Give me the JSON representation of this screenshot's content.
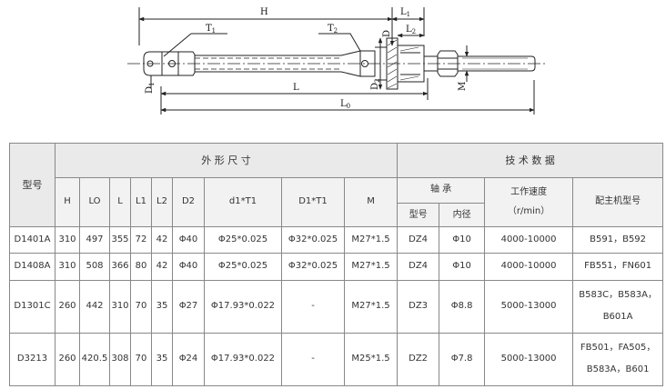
{
  "drawing": {
    "labels": {
      "H": "H",
      "L1": "L",
      "L1_sub": "1",
      "T1": "T",
      "T1_sub": "1",
      "T2": "T",
      "T2_sub": "2",
      "D": "D",
      "L2": "L",
      "L2_sub": "2",
      "D1": "D",
      "D1_sub": "1",
      "L": "L",
      "D2": "D",
      "D2_sub": "2",
      "M": "M",
      "L0": "L",
      "L0_sub": "0"
    }
  },
  "table": {
    "header": {
      "model": "型号",
      "outer_dims": "外 形 尺 寸",
      "tech_data": "技 术 数 据",
      "bearing": "轴 承",
      "speed": "工作速度",
      "speed_unit": "（r/min）",
      "host_model": "配主机型号",
      "bearing_model": "型号",
      "bearing_bore": "内径",
      "dim_cols": [
        "H",
        "LO",
        "L",
        "L1",
        "L2",
        "D2",
        "d1*T1",
        "D1*T1",
        "M"
      ]
    },
    "rows": [
      {
        "model": "D1401A",
        "dims": [
          "310",
          "497",
          "355",
          "72",
          "42",
          "Φ40",
          "Φ25*0.025",
          "Φ32*0.025",
          "M27*1.5"
        ],
        "bearing_model": "DZ4",
        "bearing_bore": "Φ10",
        "speed": "4000-10000",
        "host_lines": [
          "B591，B592"
        ]
      },
      {
        "model": "D1408A",
        "dims": [
          "310",
          "508",
          "366",
          "80",
          "42",
          "Φ40",
          "Φ25*0.025",
          "Φ32*0.025",
          "M27*1.5"
        ],
        "bearing_model": "DZ4",
        "bearing_bore": "Φ10",
        "speed": "4000-10000",
        "host_lines": [
          "FB551，FN601"
        ]
      },
      {
        "model": "D1301C",
        "dims": [
          "260",
          "442",
          "310",
          "70",
          "35",
          "Φ27",
          "Φ17.93*0.022",
          "-",
          "M27*1.5"
        ],
        "bearing_model": "DZ3",
        "bearing_bore": "Φ8.8",
        "speed": "5000-13000",
        "host_lines": [
          "B583C，B583A，",
          "B601A"
        ]
      },
      {
        "model": "D3213",
        "dims": [
          "260",
          "420.5",
          "308",
          "70",
          "35",
          "Φ24",
          "Φ17.93*0.022",
          "-",
          "M25*1.5"
        ],
        "bearing_model": "DZ2",
        "bearing_bore": "Φ7.8",
        "speed": "5000-13000",
        "host_lines": [
          "FB501，FA505，",
          "B583A，B601"
        ]
      }
    ]
  }
}
